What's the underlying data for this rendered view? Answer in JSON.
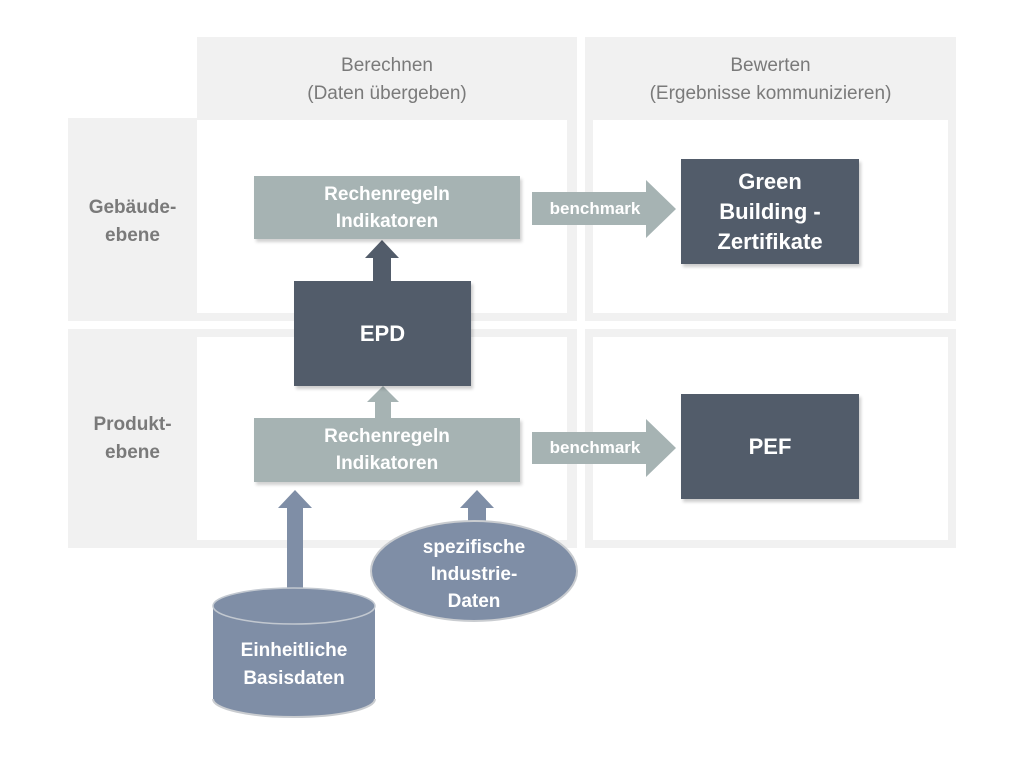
{
  "columns": [
    {
      "title": "Berechnen",
      "subtitle": "(Daten übergeben)"
    },
    {
      "title": "Bewerten",
      "subtitle": "(Ergebnisse kommunizieren)"
    }
  ],
  "rows": [
    {
      "line1": "Gebäude-",
      "line2": "ebene"
    },
    {
      "line1": "Produkt-",
      "line2": "ebene"
    }
  ],
  "nodes": {
    "rules_top": {
      "line1": "Rechenregeln",
      "line2": "Indikatoren"
    },
    "rules_bottom": {
      "line1": "Rechenregeln",
      "line2": "Indikatoren"
    },
    "epd": {
      "label": "EPD"
    },
    "green_building": {
      "line1": "Green",
      "line2": "Building -",
      "line3": "Zertifikate"
    },
    "pef": {
      "label": "PEF"
    },
    "industry_data": {
      "line1": "spezifische",
      "line2": "Industrie-",
      "line3": "Daten"
    },
    "base_data": {
      "line1": "Einheitliche",
      "line2": "Basisdaten"
    }
  },
  "arrows": {
    "benchmark_top": "benchmark",
    "benchmark_bottom": "benchmark"
  },
  "colors": {
    "panel": "#f1f1f1",
    "light_box": "#a6b3b3",
    "dark_box": "#525c6a",
    "data_blue": "#7f8ea6",
    "label_gray": "#7a7a7a"
  }
}
